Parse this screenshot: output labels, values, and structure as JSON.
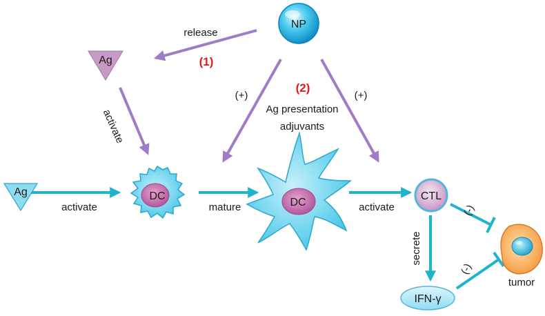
{
  "nodes": {
    "np": "NP",
    "ag_top": "Ag",
    "ag_left": "Ag",
    "dc_immature": "DC",
    "dc_mature": "DC",
    "ctl": "CTL",
    "ifn": "IFN-γ",
    "tumor": "tumor"
  },
  "edges": {
    "release": "release",
    "activate_diag": "activate",
    "plus_left": "(+)",
    "plus_right": "(+)",
    "ag_presentation": "Ag presentation",
    "adjuvants": "adjuvants",
    "activate_left": "activate",
    "mature": "mature",
    "activate_right": "activate",
    "secrete": "secrete",
    "inhibit_ctl": "(-)",
    "inhibit_ifn": "(-)"
  },
  "markers": {
    "route1": "(1)",
    "route2": "(2)"
  },
  "colors": {
    "purple_arrow": "#a07cc6",
    "cyan_arrow": "#1fb3cc",
    "marker_red": "#e01b1b"
  }
}
